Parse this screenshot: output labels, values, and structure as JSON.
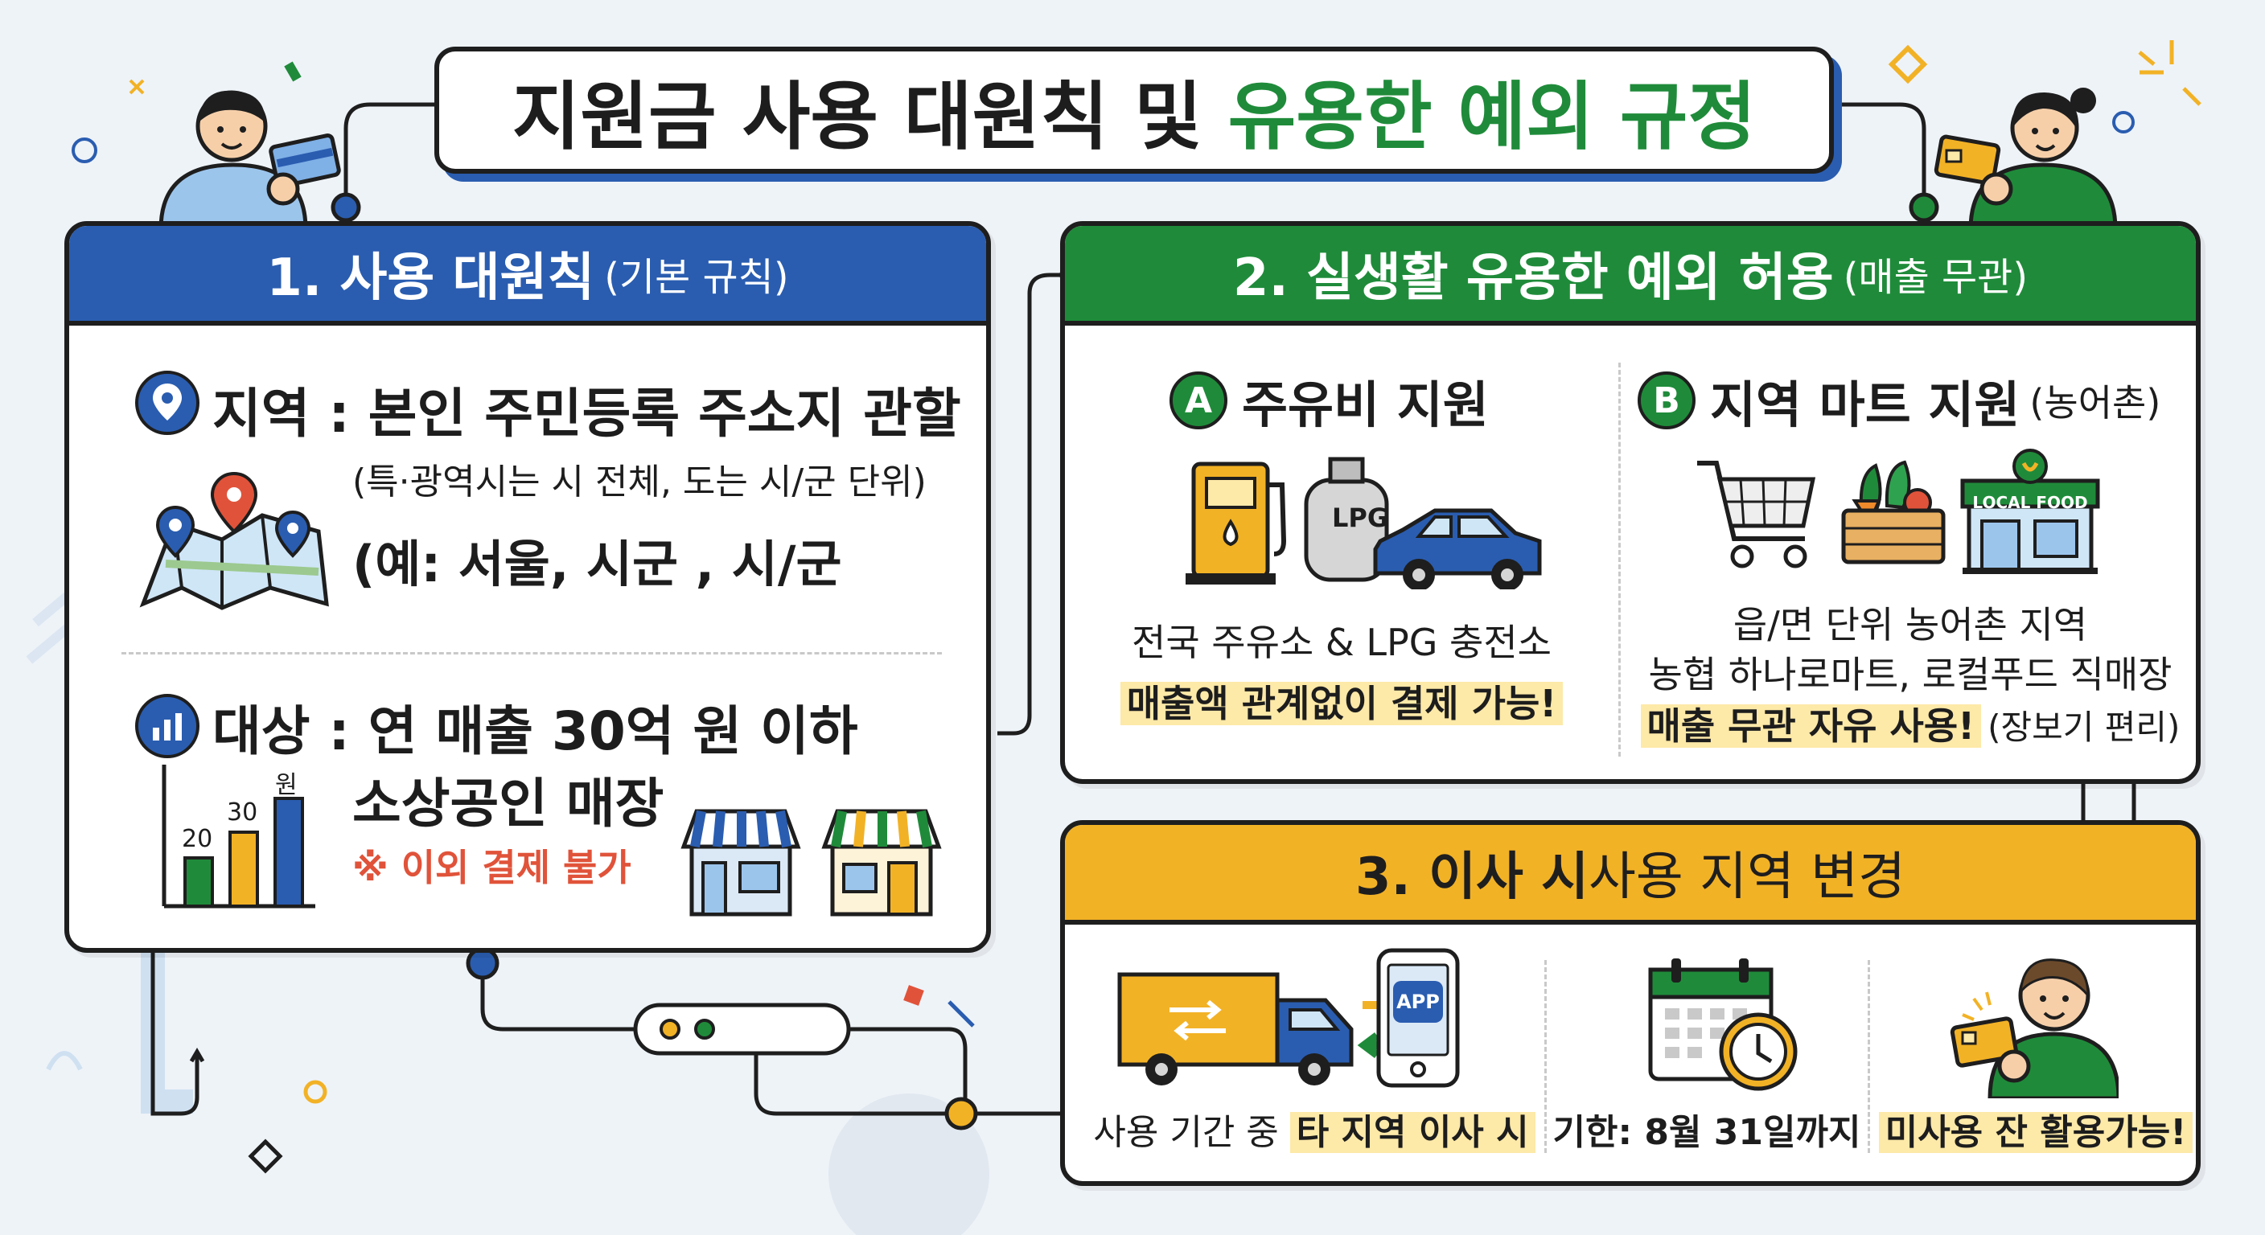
{
  "title": {
    "part1": "지원금 사용 대원칙 및 ",
    "part2": "유용한 예외 규정"
  },
  "section1": {
    "header": "1. 사용 대원칙",
    "header_sub": "(기본 규칙)",
    "region_label": "지역 : 본인 주민등록 주소지 관할",
    "region_note": "(특·광역시는 시 전체, 도는 시/군 단위)",
    "region_example": "(예: 서울, 시군 , 시/군",
    "target_label": "대상 : 연 매출 30억 원 이하",
    "target_label2": "소상공인 매장",
    "target_warning": "※ 이외 결제 불가",
    "chart_labels": [
      "20",
      "30",
      "원"
    ]
  },
  "section2": {
    "header": "2. 실생활 유용한 예외 허용",
    "header_sub": "(매출 무관)",
    "a": {
      "badge": "A",
      "title": "주유비 지원",
      "lpg_label": "LPG",
      "line1": "전국 주유소 & LPG 충전소",
      "line2": "매출액 관계없이 결제 가능!"
    },
    "b": {
      "badge": "B",
      "title": "지역 마트 지원",
      "title_sub": "(농어촌)",
      "store_sign": "LOCAL FOOD",
      "line1": "읍/면 단위 농어촌 지역",
      "line2": "농협 하나로마트, 로컬푸드 직매장",
      "line3": "매출 무관 자유 사용!",
      "line3_sub": "(장보기 편리)"
    }
  },
  "section3": {
    "header_part1": "3. 이사 시 ",
    "header_part2": "사용 지역 변경",
    "app_label": "APP",
    "item1_prefix": "사용 기간 중 ",
    "item1_highlight": "타 지역 이사 시",
    "item2": "기한: 8월 31일까지",
    "item3": "미사용 잔 활용가능!"
  },
  "colors": {
    "blue": "#2a5db0",
    "green": "#1f8b3a",
    "yellow": "#f2b226",
    "red": "#e0533a"
  }
}
